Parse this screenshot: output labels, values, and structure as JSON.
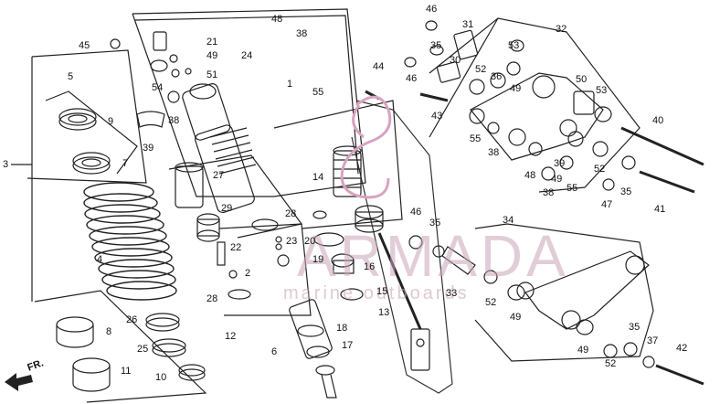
{
  "diagram": {
    "watermark": {
      "brand": "ARMADA",
      "tagline": "marine outboards"
    },
    "front_marker": "FR.",
    "callouts": [
      {
        "id": "c45",
        "text": "45"
      },
      {
        "id": "c21",
        "text": "21"
      },
      {
        "id": "c49a",
        "text": "49"
      },
      {
        "id": "c24",
        "text": "24"
      },
      {
        "id": "c51",
        "text": "51"
      },
      {
        "id": "c54",
        "text": "54"
      },
      {
        "id": "c38a",
        "text": "38"
      },
      {
        "id": "c39",
        "text": "39"
      },
      {
        "id": "c48a",
        "text": "48"
      },
      {
        "id": "c38b",
        "text": "38"
      },
      {
        "id": "c1",
        "text": "1"
      },
      {
        "id": "c55a",
        "text": "55"
      },
      {
        "id": "c5",
        "text": "5"
      },
      {
        "id": "c9",
        "text": "9"
      },
      {
        "id": "c7",
        "text": "7"
      },
      {
        "id": "c3",
        "text": "3"
      },
      {
        "id": "c4",
        "text": "4"
      },
      {
        "id": "c8",
        "text": "8"
      },
      {
        "id": "c11",
        "text": "11"
      },
      {
        "id": "c26",
        "text": "26"
      },
      {
        "id": "c25",
        "text": "25"
      },
      {
        "id": "c10",
        "text": "10"
      },
      {
        "id": "c27",
        "text": "27"
      },
      {
        "id": "c29",
        "text": "29"
      },
      {
        "id": "c22",
        "text": "22"
      },
      {
        "id": "c2",
        "text": "2"
      },
      {
        "id": "c28a",
        "text": "28"
      },
      {
        "id": "c12",
        "text": "12"
      },
      {
        "id": "c28b",
        "text": "28"
      },
      {
        "id": "c23",
        "text": "23"
      },
      {
        "id": "c20",
        "text": "20"
      },
      {
        "id": "c14",
        "text": "14"
      },
      {
        "id": "c19",
        "text": "19"
      },
      {
        "id": "c16",
        "text": "16"
      },
      {
        "id": "c15",
        "text": "15"
      },
      {
        "id": "c13",
        "text": "13"
      },
      {
        "id": "c18",
        "text": "18"
      },
      {
        "id": "c17",
        "text": "17"
      },
      {
        "id": "c6",
        "text": "6"
      },
      {
        "id": "c44",
        "text": "44"
      },
      {
        "id": "c46a",
        "text": "46"
      },
      {
        "id": "c31",
        "text": "31"
      },
      {
        "id": "c35a",
        "text": "35"
      },
      {
        "id": "c30",
        "text": "30"
      },
      {
        "id": "c46b",
        "text": "46"
      },
      {
        "id": "c43",
        "text": "43"
      },
      {
        "id": "c32",
        "text": "32"
      },
      {
        "id": "c53a",
        "text": "53"
      },
      {
        "id": "c52a",
        "text": "52"
      },
      {
        "id": "c36",
        "text": "36"
      },
      {
        "id": "c49b",
        "text": "49"
      },
      {
        "id": "c50",
        "text": "50"
      },
      {
        "id": "c53b",
        "text": "53"
      },
      {
        "id": "c55b",
        "text": "55"
      },
      {
        "id": "c38c",
        "text": "38"
      },
      {
        "id": "c48b",
        "text": "48"
      },
      {
        "id": "c49c",
        "text": "49"
      },
      {
        "id": "c39b",
        "text": "39"
      },
      {
        "id": "c52b",
        "text": "52"
      },
      {
        "id": "c55c",
        "text": "55"
      },
      {
        "id": "c38d",
        "text": "38"
      },
      {
        "id": "c40",
        "text": "40"
      },
      {
        "id": "c47",
        "text": "47"
      },
      {
        "id": "c35b",
        "text": "35"
      },
      {
        "id": "c41",
        "text": "41"
      },
      {
        "id": "c46c",
        "text": "46"
      },
      {
        "id": "c35c",
        "text": "35"
      },
      {
        "id": "c34",
        "text": "34"
      },
      {
        "id": "c33",
        "text": "33"
      },
      {
        "id": "c52c",
        "text": "52"
      },
      {
        "id": "c49d",
        "text": "49"
      },
      {
        "id": "c49e",
        "text": "49"
      },
      {
        "id": "c35d",
        "text": "35"
      },
      {
        "id": "c37",
        "text": "37"
      },
      {
        "id": "c52d",
        "text": "52"
      },
      {
        "id": "c42",
        "text": "42"
      }
    ]
  }
}
